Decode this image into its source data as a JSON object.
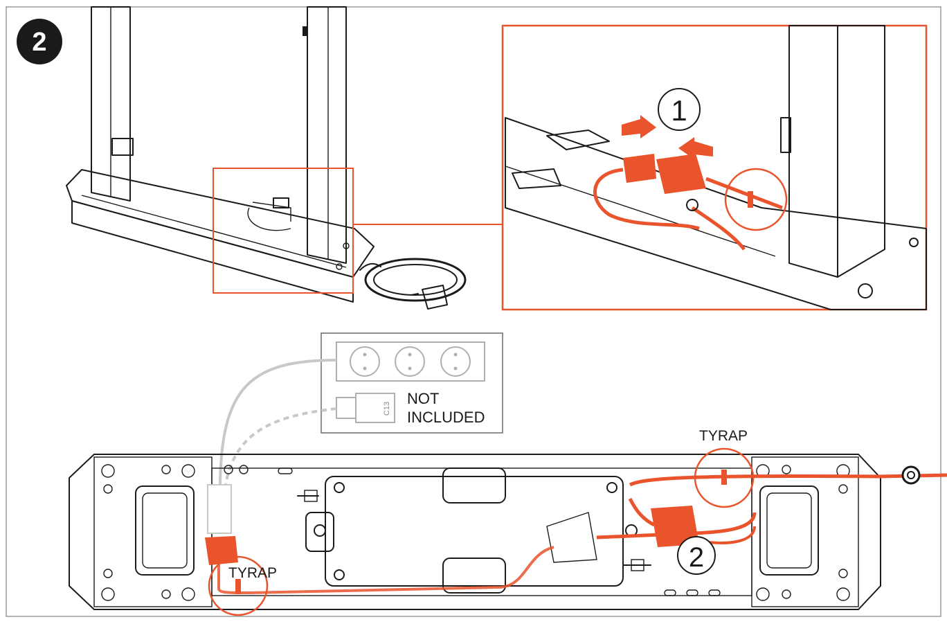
{
  "step_badge": "2",
  "callouts": {
    "one": "1",
    "two": "2"
  },
  "labels": {
    "tyrap_top": "TYRAP",
    "tyrap_bottom": "TYRAP",
    "not_included_line1": "NOT",
    "not_included_line2": "INCLUDED",
    "c13": "C13"
  },
  "colors": {
    "accent": "#e9542c",
    "ink": "#1a1a1a",
    "power_box": "#a8a8a8"
  }
}
